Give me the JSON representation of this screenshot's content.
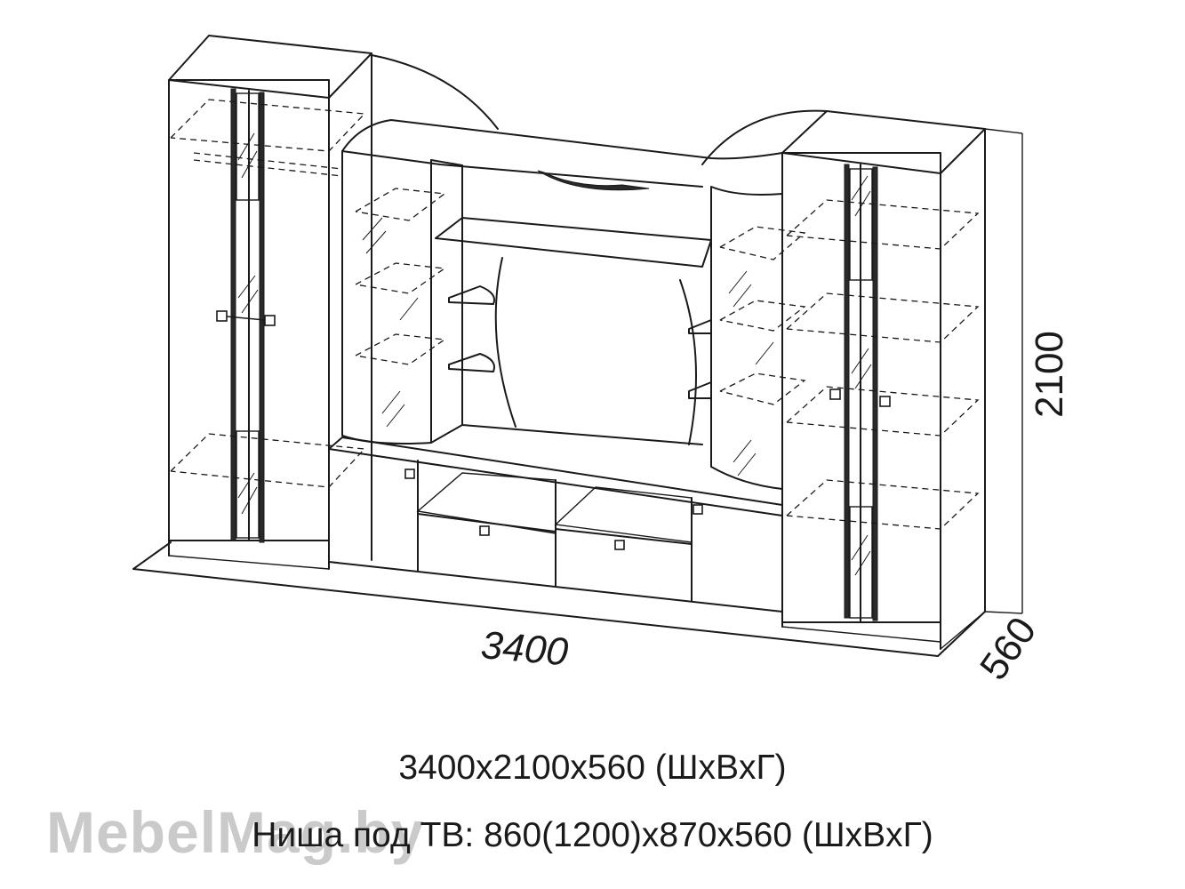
{
  "dimensions": {
    "width": "3400",
    "height": "2100",
    "depth": "560"
  },
  "captions": {
    "overall": "3400x2100x560 (ШxВxГ)",
    "tv_niche": "Ниша под ТВ: 860(1200)x870x560 (ШxВxГ)"
  },
  "watermark": "MebelMag.by"
}
